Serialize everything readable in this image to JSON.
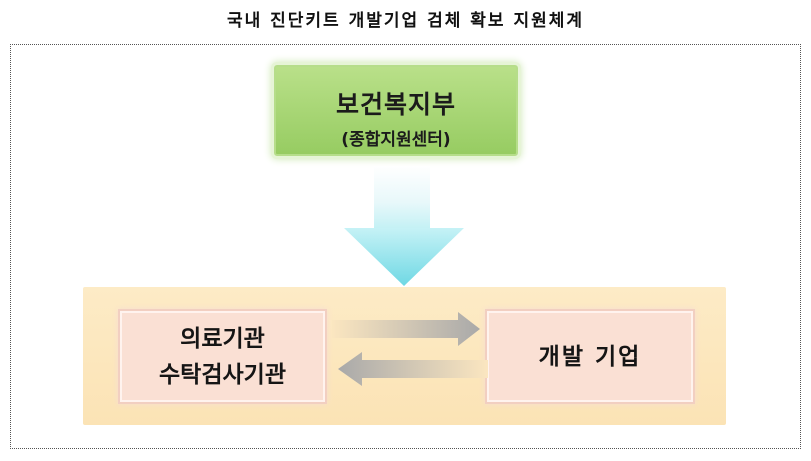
{
  "title": "국내 진단키트 개발기업 검체 확보 지원체계",
  "top_box": {
    "title": "보건복지부",
    "subtitle": "(종합지원센터)"
  },
  "nodes": {
    "left": {
      "line1": "의료기관",
      "line2": "수탁검사기관"
    },
    "right": {
      "label": "개발 기업"
    }
  },
  "colors": {
    "top_box": "#a8d676",
    "arrow_down": "#8fe3ec",
    "panel": "#fce7be",
    "node": "#fae0d4",
    "horizontal_arrows": "#bdbdbd"
  }
}
